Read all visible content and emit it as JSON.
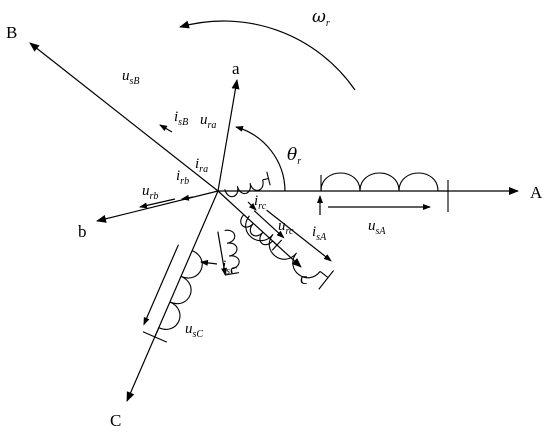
{
  "axes": {
    "A": "A",
    "B": "B",
    "C": "C",
    "a": "a",
    "b": "b",
    "c": "c"
  },
  "omega": {
    "sym": "ω",
    "sub": "r"
  },
  "theta": {
    "sym": "θ",
    "sub": "r"
  },
  "vars": {
    "usA": {
      "main": "u",
      "sub": "sA"
    },
    "usB": {
      "main": "u",
      "sub": "sB"
    },
    "usC": {
      "main": "u",
      "sub": "sC"
    },
    "isA": {
      "main": "i",
      "sub": "sA"
    },
    "isB": {
      "main": "i",
      "sub": "sB"
    },
    "isC": {
      "main": "i",
      "sub": "sC"
    },
    "ura": {
      "main": "u",
      "sub": "ra"
    },
    "urb": {
      "main": "u",
      "sub": "rb"
    },
    "urc": {
      "main": "u",
      "sub": "rc"
    },
    "ira": {
      "main": "i",
      "sub": "ra"
    },
    "irb": {
      "main": "i",
      "sub": "rb"
    },
    "irc": {
      "main": "i",
      "sub": "rc"
    }
  },
  "colors": {
    "stroke": "#000000",
    "background": "#ffffff"
  }
}
